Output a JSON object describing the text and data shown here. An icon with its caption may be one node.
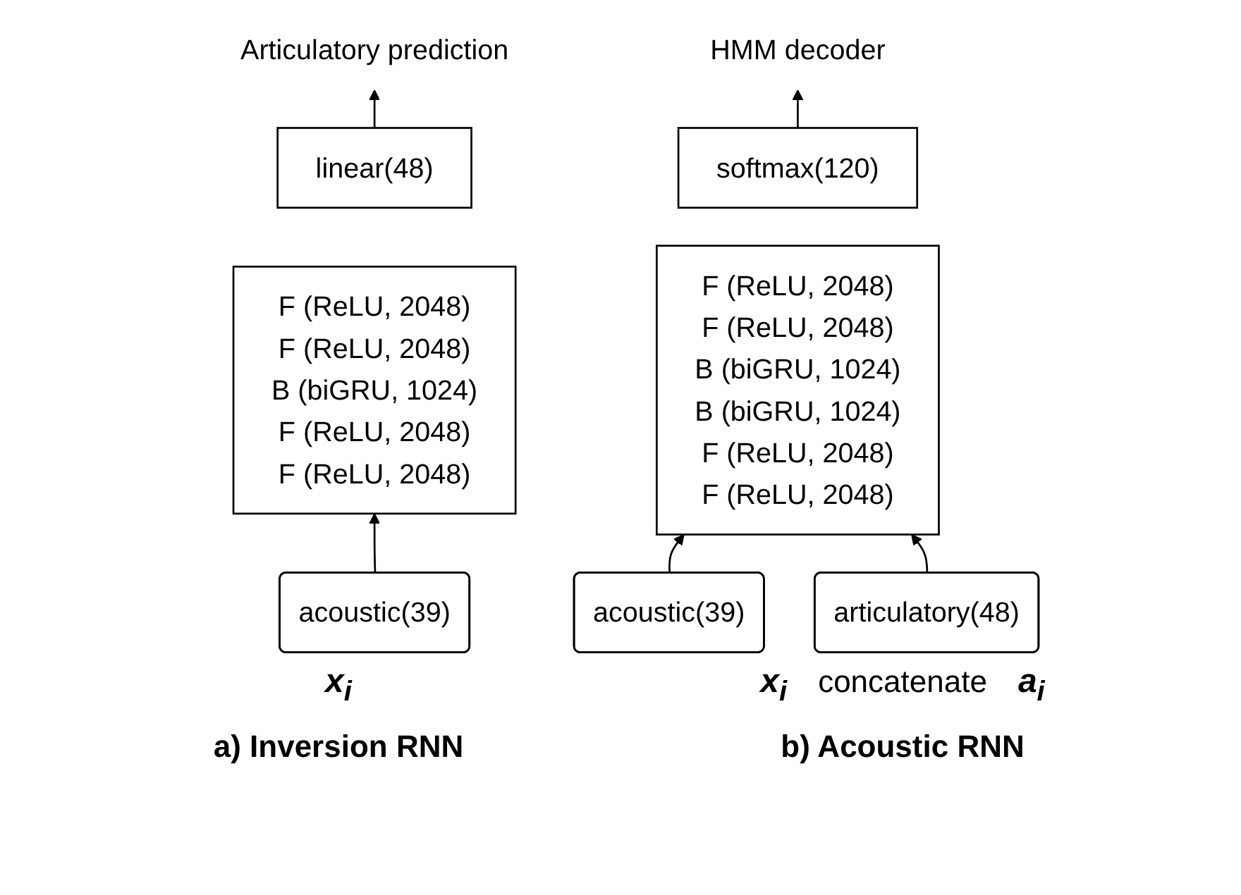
{
  "diagram": {
    "nodes": [
      {
        "text": [
          "Articulatory prediction"
        ]
      },
      {
        "text": [
          "linear(48)"
        ]
      },
      {
        "text": [
          "F (ReLU, 2048)",
          "F (ReLU, 2048)",
          "B (biGRU, 1024)",
          "F (ReLU, 2048)",
          "F (ReLU, 2048)"
        ]
      },
      {
        "text": [
          "acoustic(39)"
        ]
      },
      {
        "text": [
          "HMM decoder"
        ]
      },
      {
        "text": [
          "softmax(120)"
        ]
      },
      {
        "text": [
          "F (ReLU, 2048)",
          "F (ReLU, 2048)",
          "B (biGRU, 1024)",
          "B (biGRU, 1024)",
          "F (ReLU, 2048)",
          "F (ReLU, 2048)"
        ]
      },
      {
        "text": [
          "acoustic(39)"
        ]
      },
      {
        "text": [
          "articulatory(48)"
        ]
      }
    ],
    "edges": [
      {
        "from": 1,
        "to": 0,
        "arrow": "to"
      },
      {
        "from": 3,
        "to": 2,
        "arrow": "to"
      },
      {
        "from": 5,
        "to": 4,
        "arrow": "to"
      },
      {
        "from": 7,
        "to": 6,
        "arrow": "to"
      },
      {
        "from": 8,
        "to": 6,
        "arrow": "to"
      }
    ],
    "labels": [
      "x$_{i}$",
      "a) Inversion RNN",
      "x$_{i}$",
      "concatenate",
      "a$_{i}$",
      "b) Acoustic RNN"
    ]
  }
}
